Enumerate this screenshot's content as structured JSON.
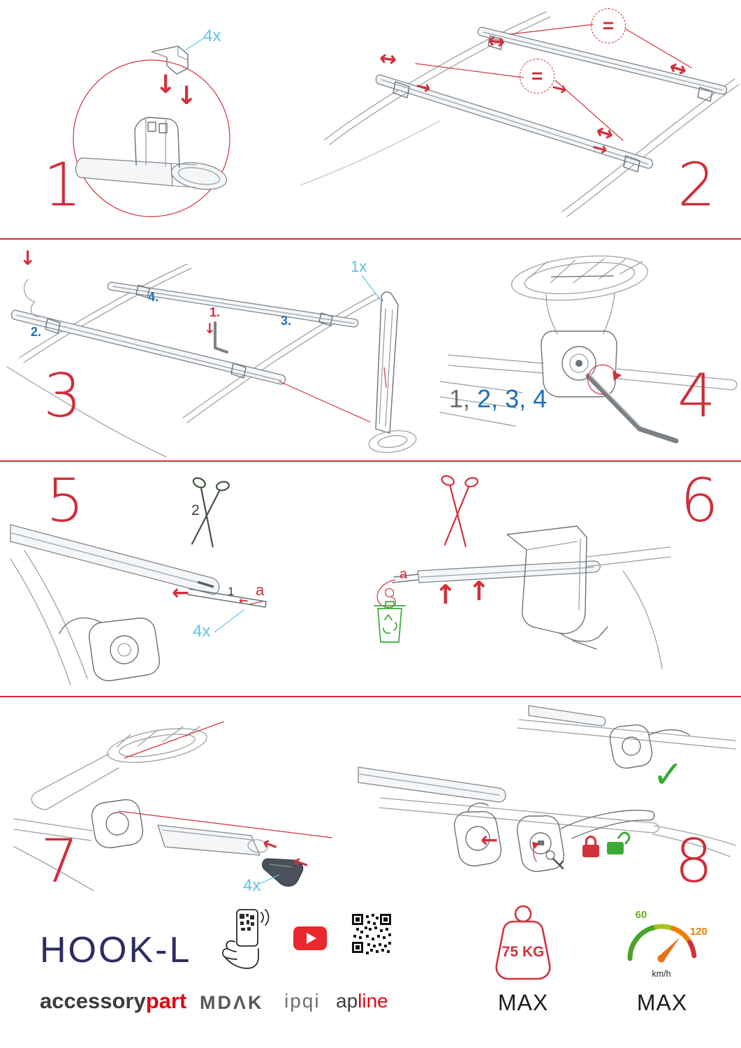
{
  "colors": {
    "red": "#cf2d3a",
    "light_blue": "#5ec3e8",
    "blue": "#1d70b7",
    "gray": "#6d6e71",
    "green": "#3aaa35",
    "navy": "#2d2c62",
    "brand_red": "#e30613",
    "orange": "#f07d00"
  },
  "icons": {
    "arrow_right": "→",
    "arrow_left": "←",
    "arrow_down": "↓",
    "arrow_up": "↑",
    "arrow_both": "↔",
    "equals": "=",
    "check": "✓"
  },
  "steps": {
    "s1": {
      "number": "1",
      "qty": "4x"
    },
    "s2": {
      "number": "2"
    },
    "s3": {
      "number": "3",
      "qty": "1x",
      "sub1": "1.",
      "sub2": "2.",
      "sub3": "3.",
      "sub4": "4."
    },
    "s4": {
      "number": "4",
      "seq_done": "1,",
      "seq_todo": "2, 3, 4"
    },
    "s5": {
      "number": "5",
      "qty": "4x",
      "label_cut": "2",
      "label_insert": "1",
      "label_strip": "a"
    },
    "s6": {
      "number": "6",
      "label_strip": "a"
    },
    "s7": {
      "number": "7",
      "qty": "4x"
    },
    "s8": {
      "number": "8"
    }
  },
  "footer": {
    "product": "HOOK-L",
    "brand_left": "accessory",
    "brand_right": "part",
    "logo_mdak": "MDΛK",
    "logo_ipqi": "ipqi",
    "logo_ap": "ap",
    "logo_line": "line",
    "weight_value": "75 KG",
    "weight_max": "MAX",
    "speed_min": "60",
    "speed_max_value": "120",
    "speed_unit": "km/h",
    "speed_max": "MAX"
  }
}
